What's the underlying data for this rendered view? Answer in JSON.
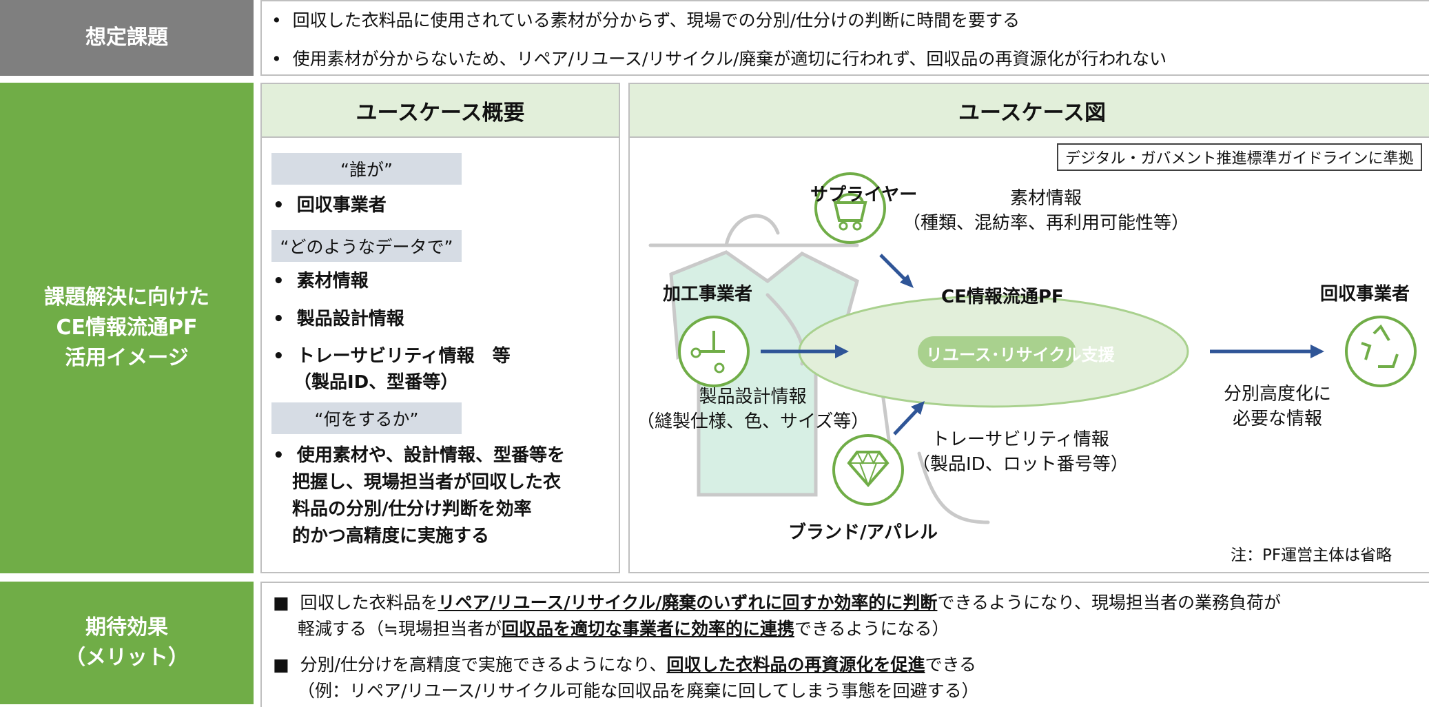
{
  "issues": {
    "label": "想定課題",
    "items": [
      "回収した衣料品に使用されている素材が分からず、現場での分別/仕分けの判断に時間を要する",
      "使用素材が分からないため、リペア/リユース/リサイクル/廃棄が適切に行われず、回収品の再資源化が行われない"
    ]
  },
  "solution": {
    "label_lines": [
      "課題解決に向けた",
      "CE情報流通PF",
      "活用イメージ"
    ],
    "overview": {
      "title": "ユースケース概要",
      "who_tag": "“誰が”",
      "who": "回収事業者",
      "data_tag": "“どのようなデータで”",
      "data_items": [
        "素材情報",
        "製品設計情報",
        "トレーサビリティ情報　等"
      ],
      "data_note": "（製品ID、型番等）",
      "what_tag": "“何をするか”",
      "what_lines": [
        "使用素材や、設計情報、型番等を",
        "把握し、現場担当者が回収した衣",
        "料品の分別/仕分け判断を効率",
        "的かつ高精度に実施する"
      ]
    },
    "diagram": {
      "title": "ユースケース図",
      "guideline": "デジタル・ガバメント推進標準ガイドラインに準拠",
      "supplier": "サプライヤー",
      "supplier_info": [
        "素材情報",
        "（種類、混紡率、再利用可能性等）"
      ],
      "processor": "加工事業者",
      "processor_info": [
        "製品設計情報",
        "（縫製仕様、色、サイズ等）"
      ],
      "platform": "CE情報流通PF",
      "platform_service": "リユース･リサイクル支援",
      "brand": "ブランド/アパレル",
      "brand_info": [
        "トレーサビリティ情報",
        "（製品ID、ロット番号等）"
      ],
      "collector": "回収事業者",
      "collector_info": [
        "分別高度化に",
        "必要な情報"
      ],
      "note": "注：PF運営主体は省略",
      "icons": [
        "cart-icon",
        "scissors-icon",
        "diamond-icon",
        "recycle-icon",
        "hanger-shirt-illustration"
      ]
    }
  },
  "effects": {
    "label_lines": [
      "期待効果",
      "（メリット）"
    ],
    "e1": {
      "pre": "回収した衣料品を",
      "em": "リペア/リユース/リサイクル/廃棄のいずれに回すか効率的に判断",
      "post": "できるようになり、現場担当者の業務負荷が",
      "line2_pre": "軽減する（≒現場担当者が",
      "line2_em": "回収品を適切な事業者に効率的に連携",
      "line2_post": "できるようになる）"
    },
    "e2": {
      "pre": "分別/仕分けを高精度で実施できるようになり、",
      "em": "回収した衣料品の再資源化を促進",
      "post": "できる",
      "line2": "（例：リペア/リユース/リサイクル可能な回収品を廃棄に回してしまう事態を回避する）"
    }
  },
  "colors": {
    "green": "#70ad47",
    "gray": "#7f7f7f",
    "navy": "#2f5597",
    "light_green": "#e2efda",
    "tag_bg": "#d6dce4"
  }
}
